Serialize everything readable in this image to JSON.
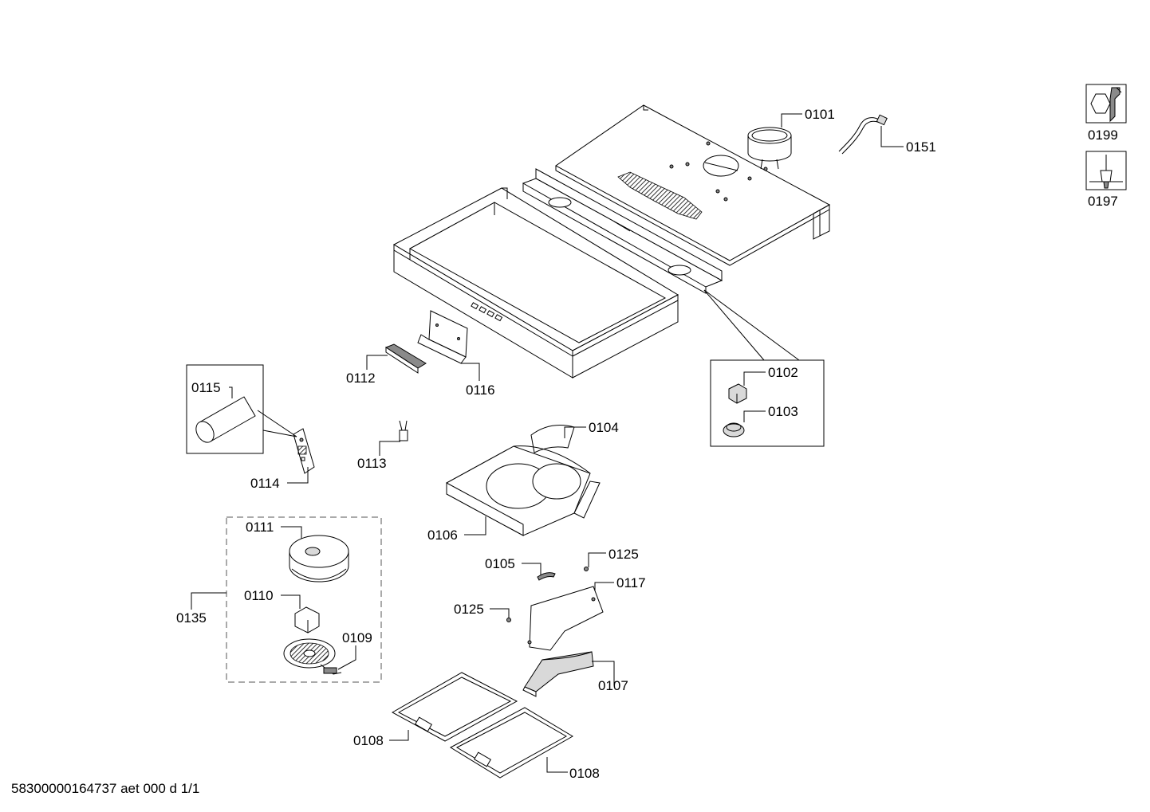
{
  "diagram": {
    "callouts": {
      "c0101": "0101",
      "c0151": "0151",
      "c0199": "0199",
      "c0197": "0197",
      "c0102": "0102",
      "c0103": "0103",
      "c0104": "0104",
      "c0106": "0106",
      "c0112": "0112",
      "c0116": "0116",
      "c0115": "0115",
      "c0114": "0114",
      "c0113": "0113",
      "c0111": "0111",
      "c0110": "0110",
      "c0109": "0109",
      "c0135": "0135",
      "c0105": "0105",
      "c0125a": "0125",
      "c0125b": "0125",
      "c0117": "0117",
      "c0107": "0107",
      "c0108a": "0108",
      "c0108b": "0108"
    },
    "icons": {
      "service_tool": "wrench-nut-icon",
      "screw_tool": "screwdriver-icon"
    }
  },
  "footer": {
    "doc_code": "58300000164737 aet 000 d 1/1"
  }
}
